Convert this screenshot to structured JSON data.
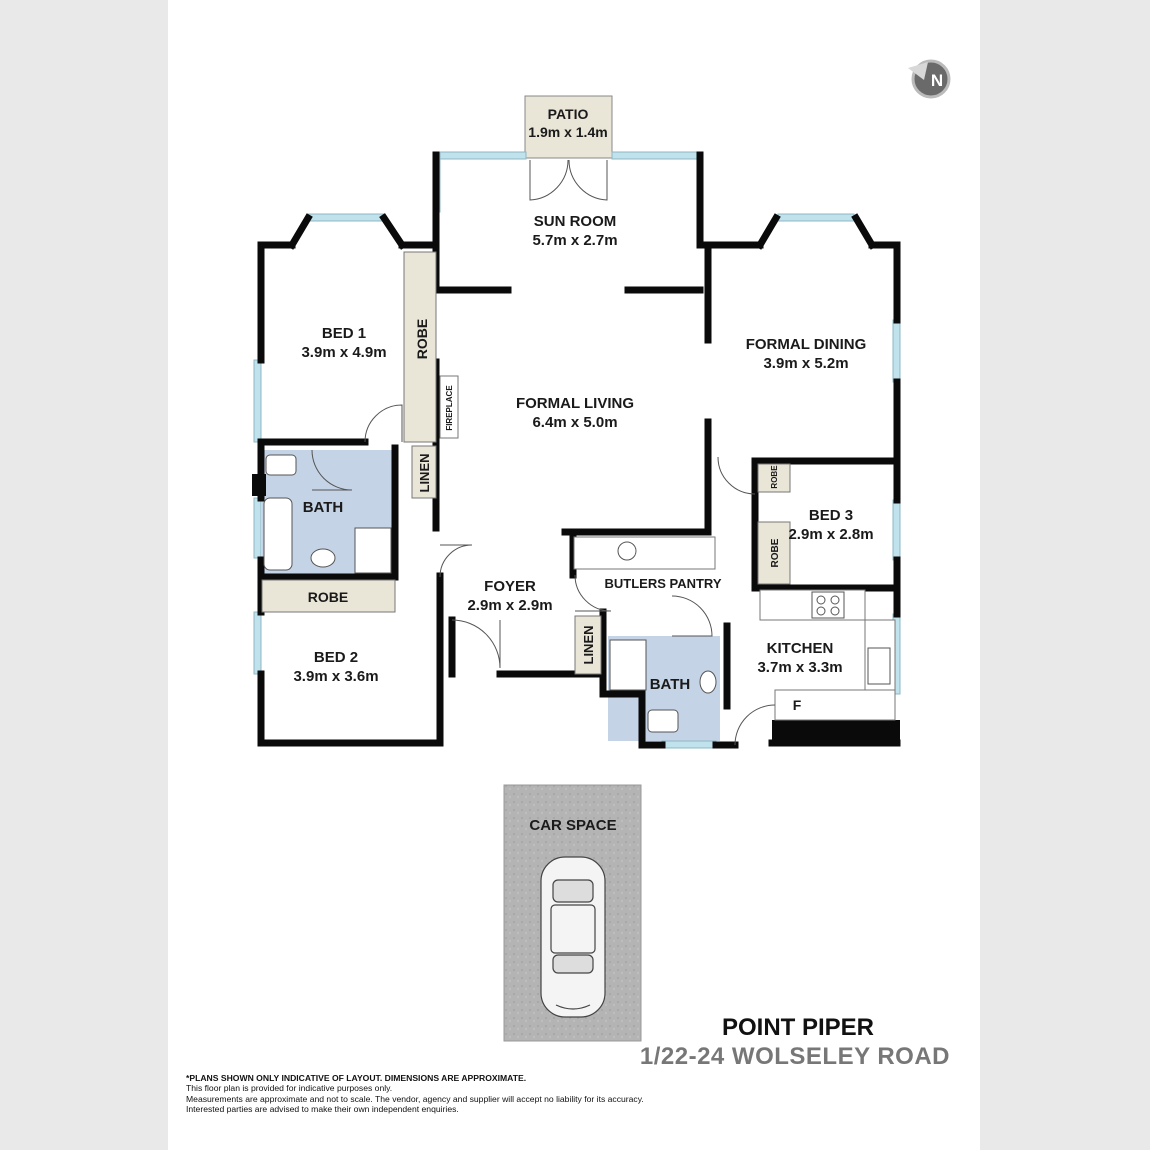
{
  "rooms": {
    "patio": {
      "name": "PATIO",
      "size": "1.9m x 1.4m"
    },
    "sun_room": {
      "name": "SUN ROOM",
      "size": "5.7m x 2.7m"
    },
    "bed1": {
      "name": "BED 1",
      "size": "3.9m x 4.9m"
    },
    "formal_living": {
      "name": "FORMAL LIVING",
      "size": "6.4m x 5.0m"
    },
    "formal_dining": {
      "name": "FORMAL DINING",
      "size": "3.9m x 5.2m"
    },
    "bath_main": {
      "name": "BATH"
    },
    "bed3": {
      "name": "BED 3",
      "size": "2.9m x 2.8m"
    },
    "foyer": {
      "name": "FOYER",
      "size": "2.9m x 2.9m"
    },
    "butlers_pantry": {
      "name": "BUTLERS PANTRY"
    },
    "bed2": {
      "name": "BED 2",
      "size": "3.9m x 3.6m"
    },
    "kitchen": {
      "name": "KITCHEN",
      "size": "3.7m x 3.3m"
    },
    "bath_small": {
      "name": "BATH"
    },
    "car_space": {
      "name": "CAR SPACE"
    }
  },
  "fixtures": {
    "robe": "ROBE",
    "linen": "LINEN",
    "fireplace": "FIREPLACE",
    "fridge": "F"
  },
  "compass": {
    "letter": "N"
  },
  "property": {
    "suburb": "POINT PIPER",
    "address": "1/22-24 WOLSELEY ROAD"
  },
  "disclaimer": [
    "*PLANS SHOWN ONLY INDICATIVE OF LAYOUT. DIMENSIONS ARE APPROXIMATE.",
    "This floor plan is provided for indicative purposes only.",
    "Measurements are approximate and not to scale. The vendor, agency and supplier will accept no liability for its accuracy.",
    "Interested parties are advised to make their own independent enquiries."
  ],
  "colors": {
    "wall": "#0a0a0a",
    "window": "#bfe2ec",
    "robe_fill": "#e9e5d7",
    "bath_fill": "#c5d3e6",
    "car_fill": "#b8b8b8"
  }
}
